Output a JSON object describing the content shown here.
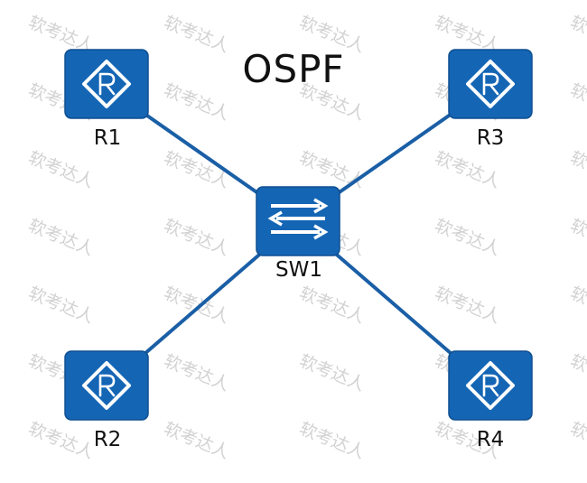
{
  "title": "OSPF",
  "watermark_text": "软考达人",
  "colors": {
    "device_fill": "#1565b5",
    "device_dark": "#0f4f90",
    "link": "#1a5fa6",
    "icon_white": "#ffffff"
  },
  "devices": [
    {
      "id": "R1",
      "label": "R1",
      "kind": "router",
      "icon": "router-icon"
    },
    {
      "id": "R2",
      "label": "R2",
      "kind": "router",
      "icon": "router-icon"
    },
    {
      "id": "R3",
      "label": "R3",
      "kind": "router",
      "icon": "router-icon"
    },
    {
      "id": "R4",
      "label": "R4",
      "kind": "router",
      "icon": "router-icon"
    },
    {
      "id": "SW1",
      "label": "SW1",
      "kind": "switch",
      "icon": "switch-icon"
    }
  ],
  "links": [
    [
      "R1",
      "SW1"
    ],
    [
      "R3",
      "SW1"
    ],
    [
      "R2",
      "SW1"
    ],
    [
      "R4",
      "SW1"
    ]
  ]
}
